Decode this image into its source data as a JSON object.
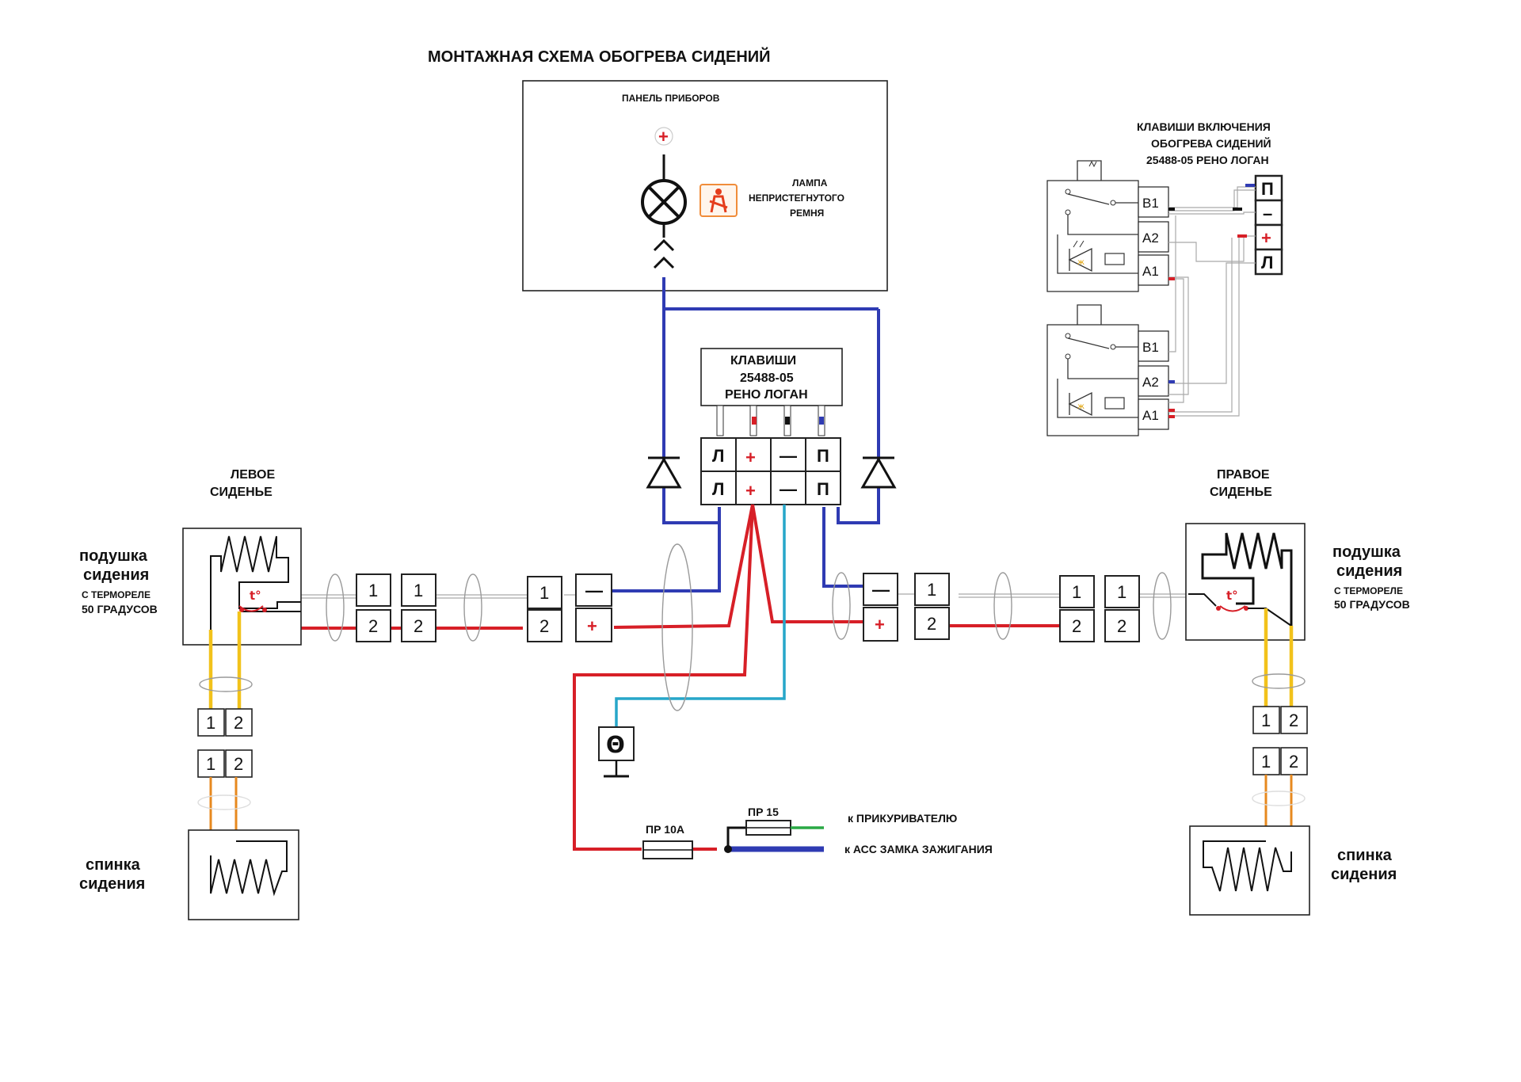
{
  "title": "МОНТАЖНАЯ СХЕМА ОБОГРЕВА СИДЕНИЙ",
  "panel": {
    "title": "ПАНЕЛЬ ПРИБОРОВ",
    "plus": "+",
    "lamp_label": [
      "ЛАМПА",
      "НЕПРИСТЕГНУТОГО",
      "РЕМНЯ"
    ]
  },
  "switch_block": {
    "title": [
      "КЛАВИШИ",
      "25488-05",
      "РЕНО ЛОГАН"
    ],
    "pins": [
      "Л",
      "+",
      "—",
      "П"
    ]
  },
  "switch_detail": {
    "title": [
      "КЛАВИШИ  ВКЛЮЧЕНИЯ",
      "ОБОГРЕВА СИДЕНИЙ",
      "25488-05 РЕНО ЛОГАН"
    ],
    "pins_upper": [
      "В1",
      "А2",
      "А1"
    ],
    "pins_lower": [
      "В1",
      "А2",
      "А1"
    ],
    "connector": [
      "П",
      "–",
      "+",
      "Л"
    ],
    "led_mark": "ж"
  },
  "left_seat": {
    "title": [
      "ЛЕВОЕ",
      "СИДЕНЬЕ"
    ],
    "cushion": [
      "подушка",
      "сидения"
    ],
    "relay": [
      "С ТЕРМОРЕЛЕ",
      "50 ГРАДУСОВ"
    ],
    "back": [
      "спинка",
      "сидения"
    ],
    "thermo": "t°"
  },
  "right_seat": {
    "title": [
      "ПРАВОЕ",
      "СИДЕНЬЕ"
    ],
    "cushion": [
      "подушка",
      "сидения"
    ],
    "relay": [
      "С ТЕРМОРЕЛЕ",
      "50 ГРАДУСОВ"
    ],
    "back": [
      "спинка",
      "сидения"
    ],
    "thermo": "t°"
  },
  "connector_pins": [
    "1",
    "2"
  ],
  "seat_connector": [
    "—",
    "+"
  ],
  "ground": "Θ",
  "fuse1": "ПР 10А",
  "fuse2": "ПР 15",
  "to_lighter": "к ПРИКУРИВАТЕЛЮ",
  "to_ignition": "к АСС ЗАМКА ЗАЖИГАНИЯ",
  "colors": {
    "plus_wire": "#d71f27",
    "switch_wire": "#2f3bb3",
    "ground_wire": "#27a6c9",
    "heater_cushion": "#f2c21b",
    "heater_back": "#e7891f",
    "lighter_wire": "#2aa845"
  }
}
